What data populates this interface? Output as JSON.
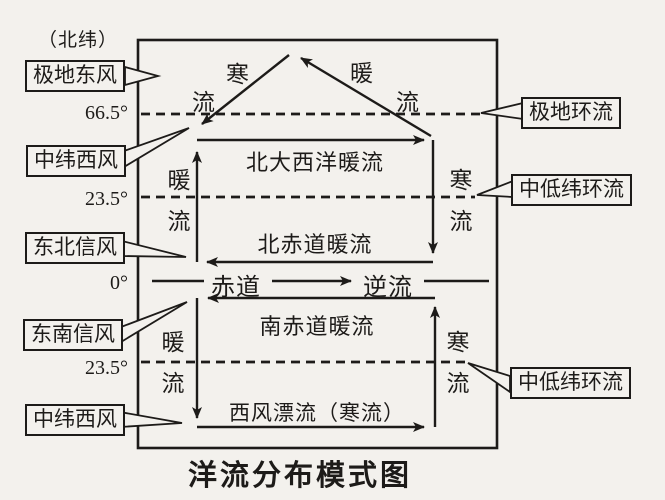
{
  "colors": {
    "ink": "#1d1b19",
    "paper": "#f3f1ed"
  },
  "corner_note": "（北纬）",
  "title": "洋流分布模式图",
  "left": {
    "polar_easterlies": "极地东风",
    "westerlies_n": "中纬西风",
    "ne_trades": "东北信风",
    "se_trades": "东南信风",
    "westerlies_s": "中纬西风",
    "lat_665n": "66.5°",
    "lat_235n": "23.5°",
    "lat_0": "0°",
    "lat_235s": "23.5°"
  },
  "right": {
    "polar_gyre": "极地环流",
    "midlow_gyre_n": "中低纬环流",
    "midlow_gyre_s": "中低纬环流"
  },
  "inner": {
    "polar_cold": {
      "c1": "寒",
      "c2": "流"
    },
    "polar_warm": {
      "c1": "暖",
      "c2": "流"
    },
    "north_atlantic": "北大西洋暖流",
    "warm_nw": "暖流",
    "cold_ne": "寒流",
    "north_equatorial": "北赤道暖流",
    "equator": "赤道",
    "counter_current": "逆流",
    "south_equatorial": "南赤道暖流",
    "warm_sw": "暖流",
    "cold_se": "寒流",
    "west_wind_drift": "西风漂流（寒流）"
  }
}
